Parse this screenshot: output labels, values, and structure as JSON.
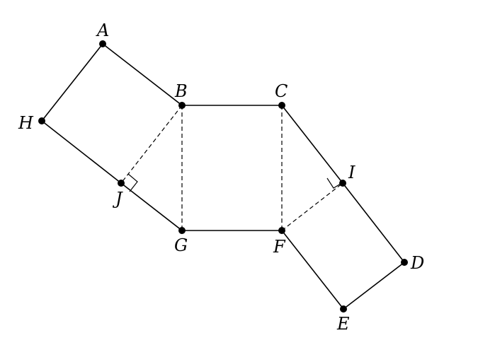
{
  "figure": {
    "points": [
      {
        "id": "A",
        "label": "A"
      },
      {
        "id": "B",
        "label": "B"
      },
      {
        "id": "C",
        "label": "C"
      },
      {
        "id": "D",
        "label": "D"
      },
      {
        "id": "E",
        "label": "E"
      },
      {
        "id": "F",
        "label": "F"
      },
      {
        "id": "G",
        "label": "G"
      },
      {
        "id": "H",
        "label": "H"
      },
      {
        "id": "I",
        "label": "I"
      },
      {
        "id": "J",
        "label": "J"
      }
    ],
    "solid_segments": [
      [
        "A",
        "B"
      ],
      [
        "A",
        "H"
      ],
      [
        "H",
        "J"
      ],
      [
        "J",
        "G"
      ],
      [
        "B",
        "C"
      ],
      [
        "G",
        "F"
      ],
      [
        "C",
        "I"
      ],
      [
        "I",
        "D"
      ],
      [
        "D",
        "E"
      ],
      [
        "E",
        "F"
      ]
    ],
    "dashed_segments": [
      [
        "B",
        "J"
      ],
      [
        "B",
        "G"
      ],
      [
        "C",
        "F"
      ],
      [
        "F",
        "I"
      ]
    ],
    "right_angle_marks": [
      "J",
      "I"
    ]
  }
}
